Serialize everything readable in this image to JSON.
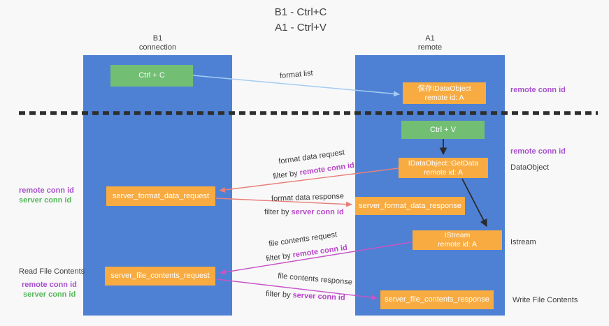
{
  "title": {
    "line1": "B1 - Ctrl+C",
    "line2": "A1 - Ctrl+V"
  },
  "columns": {
    "left": {
      "name": "B1",
      "subtitle": "connection"
    },
    "right": {
      "name": "A1",
      "subtitle": "remote"
    }
  },
  "nodes": {
    "ctrl_c": {
      "label": "Ctrl + C"
    },
    "ctrl_v": {
      "label": "Ctrl + V"
    },
    "save_dataobject": {
      "line1": "保存IDataObject",
      "line2": "remote id: A"
    },
    "getdata": {
      "line1": "IDataObject::GetData",
      "line2": "remote id: A"
    },
    "istream": {
      "line1": "IStream",
      "line2": "remote id: A"
    },
    "format_request": {
      "label": "server_format_data_request"
    },
    "format_response": {
      "label": "server_format_data_response"
    },
    "file_request": {
      "label": "server_file_contents_request"
    },
    "file_response": {
      "label": "server_file_contents_response"
    }
  },
  "flow_labels": {
    "format_list": "format list",
    "format_data_request": "format data request",
    "format_data_response": "format data response",
    "file_contents_request": "file contents request",
    "file_contents_response": "file contents response"
  },
  "labels": {
    "filter_by": "filter by",
    "remote_conn_id": "remote conn id",
    "server_conn_id": "server conn id",
    "dataobject": "DataObject",
    "istream": "Istream",
    "read_file_contents": "Read File Contents",
    "write_file_contents": "Write File Contents"
  },
  "colors": {
    "column_blue": "#4e81d4",
    "box_orange": "#f8ab40",
    "box_green": "#72bf74",
    "accent_purple": "#a851cc",
    "accent_magenta": "#b847c8",
    "accent_green": "#57b75a",
    "arrow_red": "#e8807a",
    "arrow_magenta": "#c854c8",
    "arrow_blue": "#a5cdf2",
    "arrow_black": "#2b2b2b",
    "separator_dash": "#2f2f2f"
  }
}
